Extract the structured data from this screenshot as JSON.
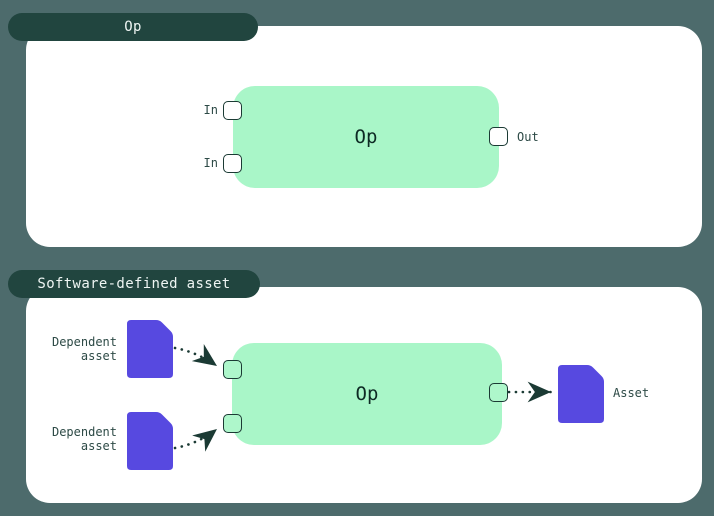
{
  "background_color": "#4d6b6c",
  "accent": {
    "panel_bg": "#ffffff",
    "tab_bg": "#21453f",
    "tab_text": "#eef5f3",
    "node_green": "#a9f6c8",
    "handle_green": "#aef7cb",
    "asset_purple": "#5749e0",
    "ink": "#1b3a34",
    "label_text": "#2d4a46"
  },
  "op_panel": {
    "tab_label": "Op",
    "node_label": "Op",
    "input_labels": [
      "In",
      "In"
    ],
    "output_label": "Out"
  },
  "sda_panel": {
    "tab_label": "Software-defined asset",
    "node_label": "Op",
    "dependent_assets": [
      {
        "label_line1": "Dependent",
        "label_line2": "asset"
      },
      {
        "label_line1": "Dependent",
        "label_line2": "asset"
      }
    ],
    "asset_label": "Asset"
  }
}
